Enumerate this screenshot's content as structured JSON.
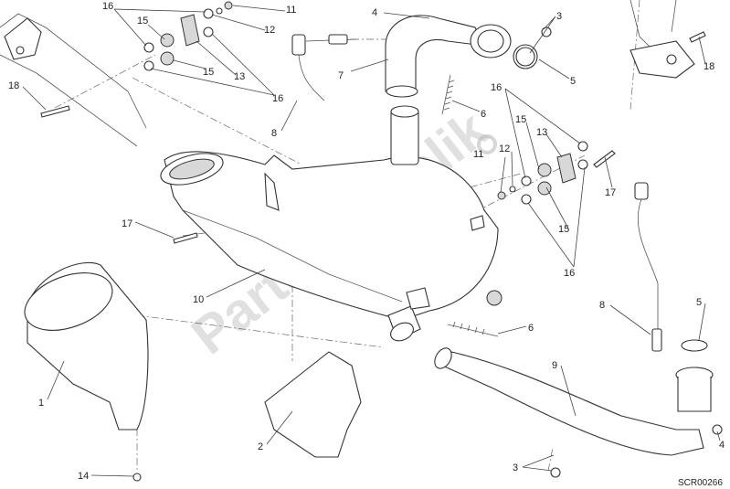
{
  "diagram": {
    "code": "SCR00266",
    "watermark": "PartsRepublik",
    "callouts": [
      "16",
      "15",
      "11",
      "12",
      "15",
      "13",
      "16",
      "18",
      "4",
      "3",
      "7",
      "8",
      "5",
      "6",
      "18",
      "16",
      "15",
      "13",
      "11",
      "12",
      "17",
      "15",
      "16",
      "17",
      "10",
      "6",
      "8",
      "5",
      "9",
      "1",
      "2",
      "14",
      "3",
      "4"
    ]
  }
}
